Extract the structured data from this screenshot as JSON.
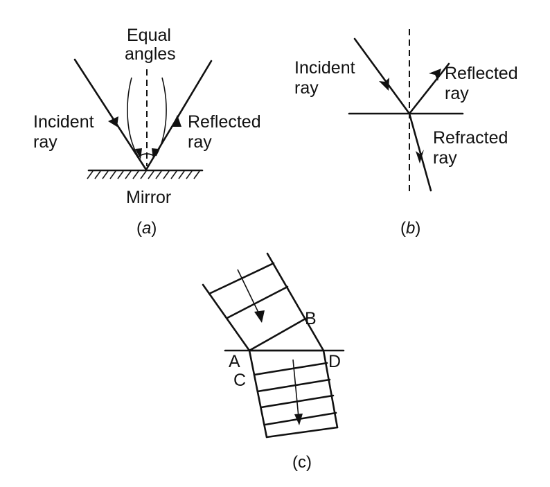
{
  "panel_a": {
    "equal_line1": "Equal",
    "equal_line2": "angles",
    "incident_line1": "Incident",
    "incident_line2": "ray",
    "reflected_line1": "Reflected",
    "reflected_line2": "ray",
    "mirror": "Mirror",
    "caption_open": "(",
    "caption_letter": "a",
    "caption_close": ")"
  },
  "panel_b": {
    "incident_line1": "Incident",
    "incident_line2": "ray",
    "reflected_line1": "Reflected",
    "reflected_line2": "ray",
    "refracted_line1": "Refracted",
    "refracted_line2": "ray",
    "caption_open": "(",
    "caption_letter": "b",
    "caption_close": ")"
  },
  "panel_c": {
    "point_a": "A",
    "point_b": "B",
    "point_c": "C",
    "point_d": "D",
    "caption": "(c)"
  }
}
